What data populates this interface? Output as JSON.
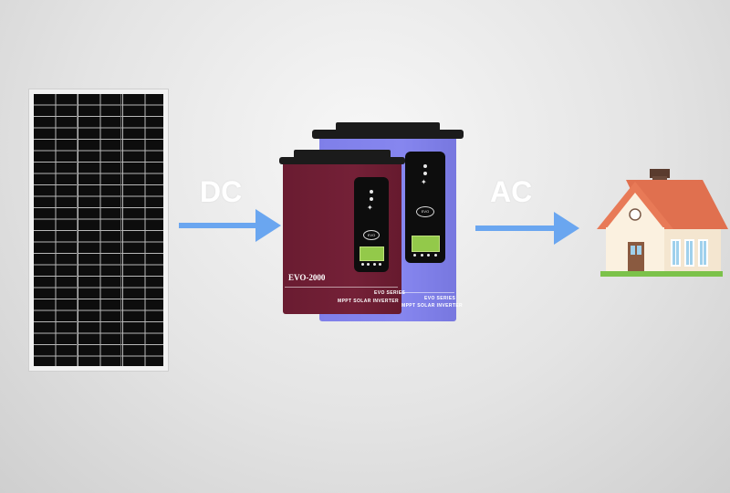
{
  "flow": {
    "dc_label": "DC",
    "ac_label": "AC"
  },
  "inverters": {
    "front": {
      "model": "EVO-2000",
      "series": "EVO SERIES",
      "subtitle": "MPPT SOLAR INVERTER",
      "logo": "EVO",
      "color": "#6e1e33"
    },
    "back": {
      "series": "EVO SERIES",
      "subtitle": "MPPT SOLAR INVERTER",
      "logo": "EVO",
      "color": "#8080ea"
    }
  },
  "colors": {
    "arrow": "#6aa6f0",
    "roof": "#e0704f",
    "wall": "#fbf1e0",
    "grass": "#7cc24a"
  },
  "icons": [
    "solar-panel-icon",
    "right-arrow-icon",
    "house-icon"
  ]
}
